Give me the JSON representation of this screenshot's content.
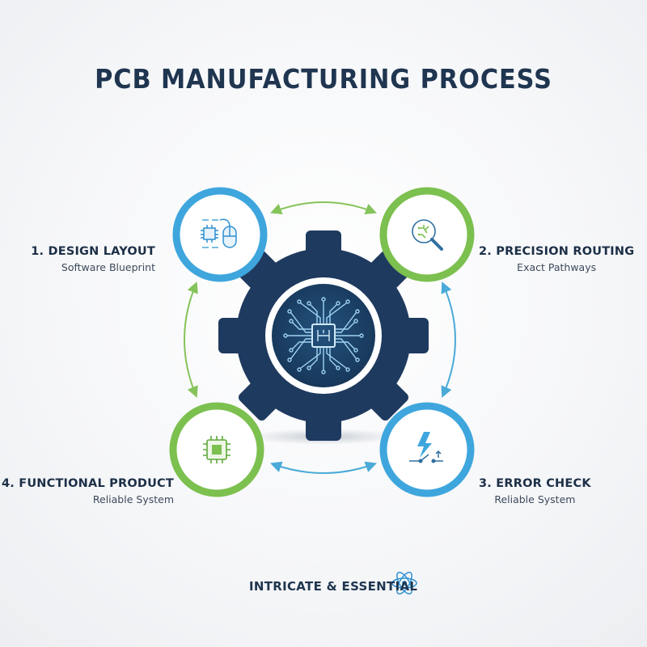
{
  "title": "PCB MANUFACTURING PROCESS",
  "steps": [
    {
      "name": "1. DESIGN LAYOUT",
      "sub": "Software Blueprint",
      "icon": "chip-mouse-icon",
      "ring": "blue"
    },
    {
      "name": "2. PRECISION ROUTING",
      "sub": "Exact Pathways",
      "icon": "magnifier-circuit-icon",
      "ring": "green"
    },
    {
      "name": "3. ERROR CHECK",
      "sub": "Reliable System",
      "icon": "lightning-switch-icon",
      "ring": "blue"
    },
    {
      "name": "4. FUNCTIONAL PRODUCT",
      "sub": "Reliable System",
      "icon": "microchip-icon",
      "ring": "green"
    }
  ],
  "footer": {
    "text": "INTRICATE & ESSENTIAL",
    "icon": "atom-icon"
  },
  "colors": {
    "navy": "#1f3a5f",
    "blue": "#3ea6dd",
    "green": "#7cc04f",
    "text": "#1c2f47"
  }
}
